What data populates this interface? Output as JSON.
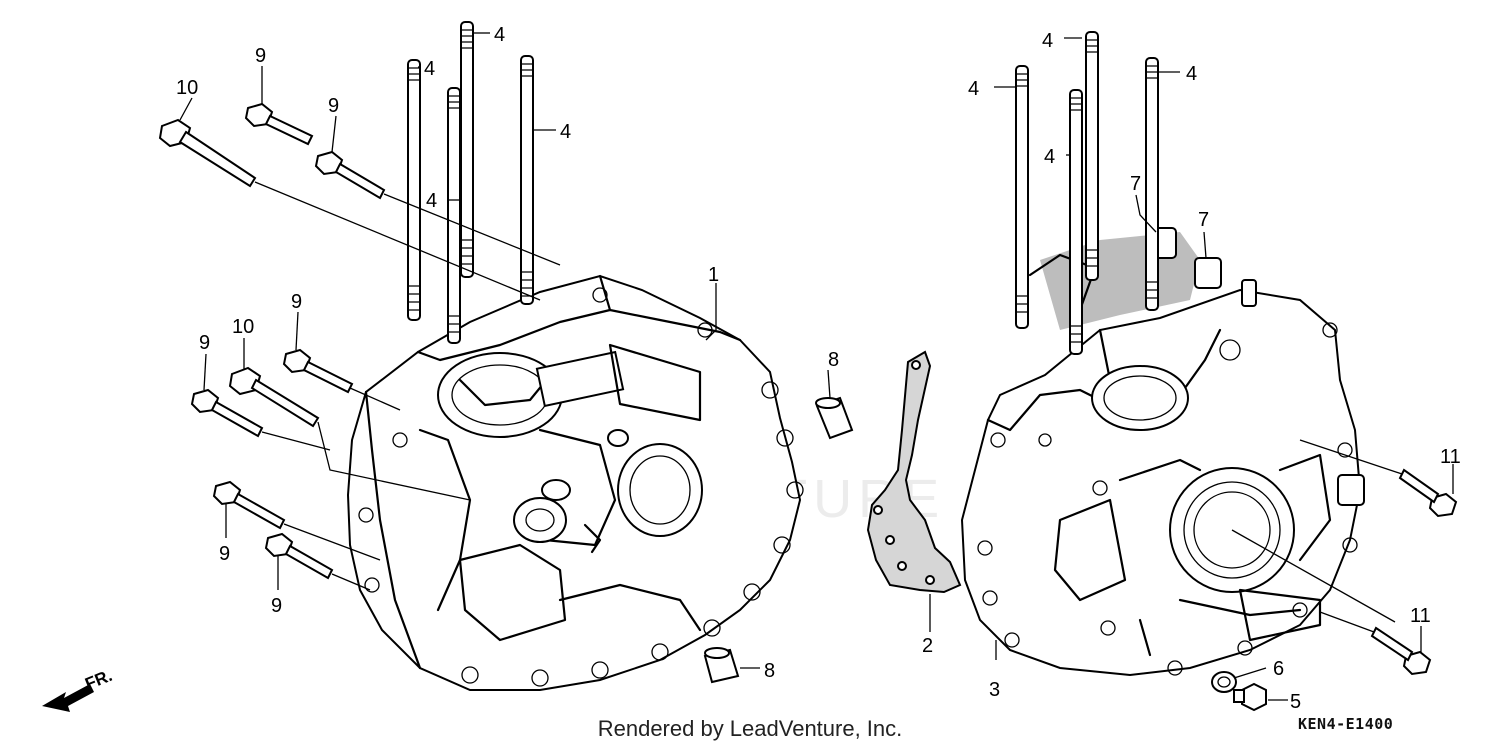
{
  "watermark_text": "LEADVENTURE",
  "credit": "Rendered by LeadVenture, Inc.",
  "diagram_code": "KEN4-E1400",
  "direction_label": "FR.",
  "callouts": [
    {
      "id": "c1",
      "text": "1"
    },
    {
      "id": "c2",
      "text": "2"
    },
    {
      "id": "c3",
      "text": "3"
    },
    {
      "id": "c4a",
      "text": "4"
    },
    {
      "id": "c4b",
      "text": "4"
    },
    {
      "id": "c4c",
      "text": "4"
    },
    {
      "id": "c4d",
      "text": "4"
    },
    {
      "id": "c4e",
      "text": "4"
    },
    {
      "id": "c4f",
      "text": "4"
    },
    {
      "id": "c4g",
      "text": "4"
    },
    {
      "id": "c4h",
      "text": "4"
    },
    {
      "id": "c5",
      "text": "5"
    },
    {
      "id": "c6",
      "text": "6"
    },
    {
      "id": "c7a",
      "text": "7"
    },
    {
      "id": "c7b",
      "text": "7"
    },
    {
      "id": "c8a",
      "text": "8"
    },
    {
      "id": "c8b",
      "text": "8"
    },
    {
      "id": "c9a",
      "text": "9"
    },
    {
      "id": "c9b",
      "text": "9"
    },
    {
      "id": "c9c",
      "text": "9"
    },
    {
      "id": "c9d",
      "text": "9"
    },
    {
      "id": "c9e",
      "text": "9"
    },
    {
      "id": "c9f",
      "text": "9"
    },
    {
      "id": "c10a",
      "text": "10"
    },
    {
      "id": "c10b",
      "text": "10"
    },
    {
      "id": "c11a",
      "text": "11"
    },
    {
      "id": "c11b",
      "text": "11"
    }
  ]
}
